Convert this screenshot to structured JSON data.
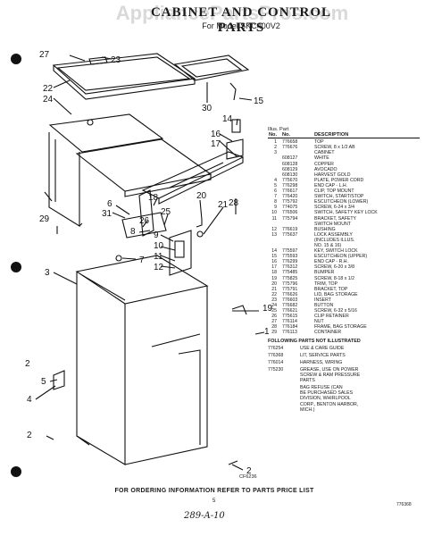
{
  "header": {
    "watermark": "AppliancePartsPros.com",
    "title": "CABINET AND CONTROL PARTS",
    "subtitle": "For Model SKC400V2"
  },
  "callouts": [
    "27",
    "23",
    "22",
    "24",
    "15",
    "30",
    "14",
    "16",
    "17",
    "18",
    "25",
    "26",
    "8",
    "6",
    "31",
    "29",
    "20",
    "21",
    "28",
    "9",
    "10",
    "11",
    "12",
    "7",
    "3",
    "5",
    "2",
    "4",
    "2",
    "19",
    "1",
    "2"
  ],
  "parts_list": {
    "col_headers": [
      "Illus. Part",
      "No.",
      "No.",
      "DESCRIPTION"
    ],
    "items": [
      {
        "illus": "1",
        "part": "776658",
        "desc": "TOP"
      },
      {
        "illus": "2",
        "part": "776676",
        "desc": "SCREW, 8 x 1/2 AB"
      },
      {
        "illus": "3",
        "part": "",
        "desc": "CABINET"
      },
      {
        "illus": "",
        "part": "608127",
        "desc": "WHITE"
      },
      {
        "illus": "",
        "part": "608128",
        "desc": "COPPER"
      },
      {
        "illus": "",
        "part": "608129",
        "desc": "AVOCADO"
      },
      {
        "illus": "",
        "part": "608130",
        "desc": "HARVEST GOLD"
      },
      {
        "illus": "4",
        "part": "775670",
        "desc": "PLATE, POWER CORD"
      },
      {
        "illus": "5",
        "part": "776298",
        "desc": "END CAP - L.H."
      },
      {
        "illus": "6",
        "part": "776617",
        "desc": "CLIP, TOP MOUNT"
      },
      {
        "illus": "7",
        "part": "776420",
        "desc": "SWITCH, START/STOP"
      },
      {
        "illus": "8",
        "part": "775792",
        "desc": "ESCUTCHEON (LOWER)"
      },
      {
        "illus": "9",
        "part": "774075",
        "desc": "SCREW, 6-24 x 3/4"
      },
      {
        "illus": "10",
        "part": "776506",
        "desc": "SWITCH, SAFETY KEY LOCK"
      },
      {
        "illus": "11",
        "part": "775794",
        "desc": "BRACKET, SAFETY\nSWITCH MOUNT"
      },
      {
        "illus": "12",
        "part": "776619",
        "desc": "BUSHING"
      },
      {
        "illus": "13",
        "part": "775637",
        "desc": "LOCK ASSEMBLY\n(INCLUDES ILLUS.\nNO. 15 & 16)"
      },
      {
        "illus": "14",
        "part": "775597",
        "desc": "KEY, SWITCH LOCK"
      },
      {
        "illus": "15",
        "part": "775593",
        "desc": "ESCUTCHEON (UPPER)"
      },
      {
        "illus": "16",
        "part": "776299",
        "desc": "END CAP - R.H."
      },
      {
        "illus": "17",
        "part": "776312",
        "desc": "SCREW, 6-20 x 3/8"
      },
      {
        "illus": "18",
        "part": "775485",
        "desc": "BUMPER"
      },
      {
        "illus": "19",
        "part": "775825",
        "desc": "SCREW, 8-18 x 1/2"
      },
      {
        "illus": "20",
        "part": "775796",
        "desc": "TRIM, TOP"
      },
      {
        "illus": "21",
        "part": "775791",
        "desc": "BRACKET, TOP"
      },
      {
        "illus": "22",
        "part": "776626",
        "desc": "LID, BAG STORAGE"
      },
      {
        "illus": "23",
        "part": "776603",
        "desc": "INSERT"
      },
      {
        "illus": "24",
        "part": "776682",
        "desc": "BUTTON"
      },
      {
        "illus": "25",
        "part": "776621",
        "desc": "SCREW, 6-32 x 5/16"
      },
      {
        "illus": "26",
        "part": "775615",
        "desc": "CLIP RETAINER"
      },
      {
        "illus": "27",
        "part": "776114",
        "desc": "NUT"
      },
      {
        "illus": "28",
        "part": "776184",
        "desc": "FRAME, BAG STORAGE"
      },
      {
        "illus": "29",
        "part": "776113",
        "desc": "CONTAINER"
      }
    ],
    "not_illustrated_heading": "FOLLOWING PARTS NOT ILLUSTRATED",
    "not_illustrated": [
      {
        "part": "776254",
        "desc": "USE & CARE GUIDE"
      },
      {
        "part": "776368",
        "desc": "LIT, SERVICE PARTS"
      },
      {
        "part": "776014",
        "desc": "HARNESS, WIRING"
      },
      {
        "part": "775230",
        "desc": "GREASE, USE ON POWER\nSCREW & RAM PRESSURE\nPARTS"
      },
      {
        "part": "",
        "desc": "BAG REFUSE (CAN\nBE PURCHASED SALES\nDIVISION, WHIRLPOOL\nCORP., BENTON HARBOR,\nMICH.)"
      }
    ]
  },
  "diagram_label": "CF6236",
  "footer": {
    "ordering_note": "FOR ORDERING INFORMATION REFER TO PARTS PRICE LIST",
    "page_number": "5",
    "doc_number": "776368",
    "handwritten": "289-A-10"
  }
}
